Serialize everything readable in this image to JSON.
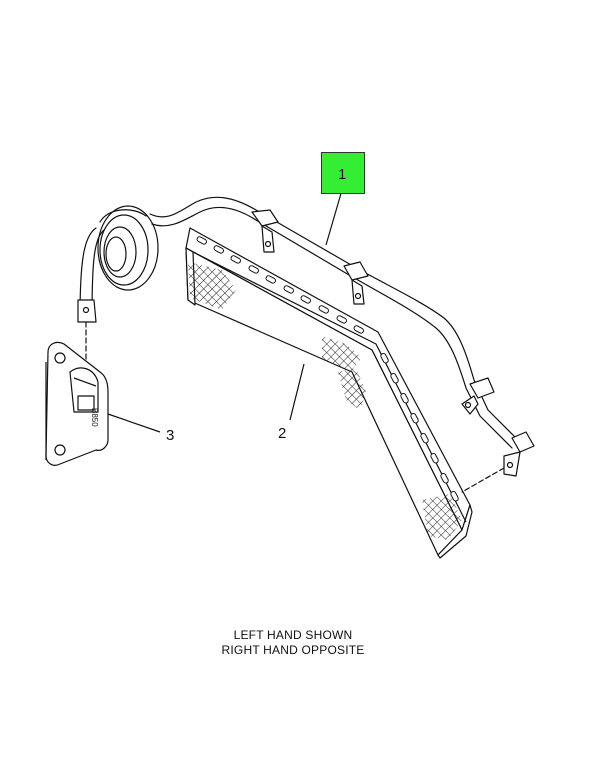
{
  "callouts": {
    "part1": {
      "number": "1",
      "highlight_color": "#33ee33"
    },
    "part2": {
      "number": "2"
    },
    "part3": {
      "number": "3"
    }
  },
  "part_markings": {
    "clamp_block_text": "B850"
  },
  "caption": {
    "line1": "LEFT HAND SHOWN",
    "line2": "RIGHT HAND OPPOSITE"
  }
}
